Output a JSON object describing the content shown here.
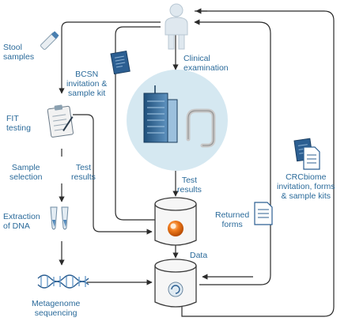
{
  "labels": {
    "stool_samples": "Stool\nsamples",
    "bcsn_kit": "BCSN\ninvitation &\nsample kit",
    "clinical_exam": "Clinical\nexamination",
    "fit_testing": "FIT\ntesting",
    "sample_selection": "Sample\nselection",
    "test_results_left": "Test\nresults",
    "extraction_dna": "Extraction\nof DNA",
    "test_results_center": "Test\nresults",
    "returned_forms": "Returned\nforms",
    "crcbiome_kit": "CRCbiome\ninvitation, forms\n& sample kits",
    "data": "Data",
    "metagenome_seq": "Metagenome\nsequencing"
  },
  "colors": {
    "text": "#2a6a9a",
    "arrow": "#2b2b2b",
    "hospital_circle": "#d5e8f1",
    "database_fill": "#f6f6f6",
    "database_stroke": "#3a3a3a",
    "person": "#dfe8ef",
    "document_blue": "#2c5f92",
    "orange_logo": "#f07b1d"
  }
}
